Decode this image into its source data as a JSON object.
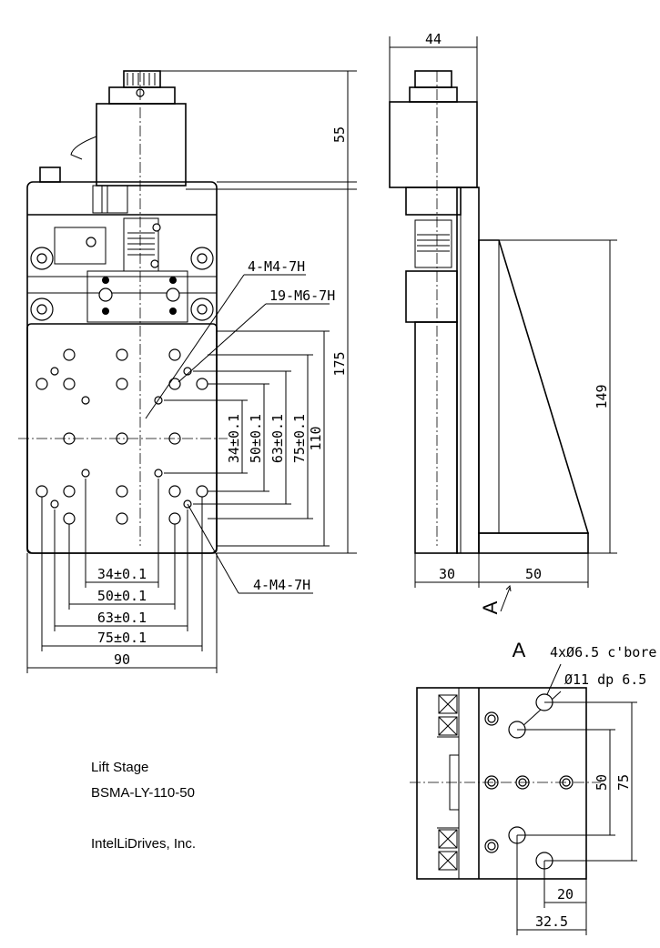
{
  "title_block": {
    "product": "Lift Stage",
    "model": "BSMA-LY-110-50",
    "company": "IntelLiDrives, Inc."
  },
  "front_view": {
    "callouts": [
      "4-M4-7H",
      "19-M6-7H",
      "4-M4-7H"
    ],
    "vertical_dims": [
      "55",
      "175",
      "110",
      "34±0.1",
      "50±0.1",
      "63±0.1",
      "75±0.1"
    ],
    "horizontal_dims": [
      "34±0.1",
      "50±0.1",
      "63±0.1",
      "75±0.1",
      "90"
    ]
  },
  "side_view": {
    "dims": [
      "44",
      "149",
      "30",
      "50"
    ],
    "view_arrow_label": "A"
  },
  "view_a": {
    "label": "A",
    "note_line1": "4xØ6.5 c'bore",
    "note_line2": "Ø11 dp 6.5",
    "dims": [
      "50",
      "75",
      "20",
      "32.5"
    ]
  }
}
